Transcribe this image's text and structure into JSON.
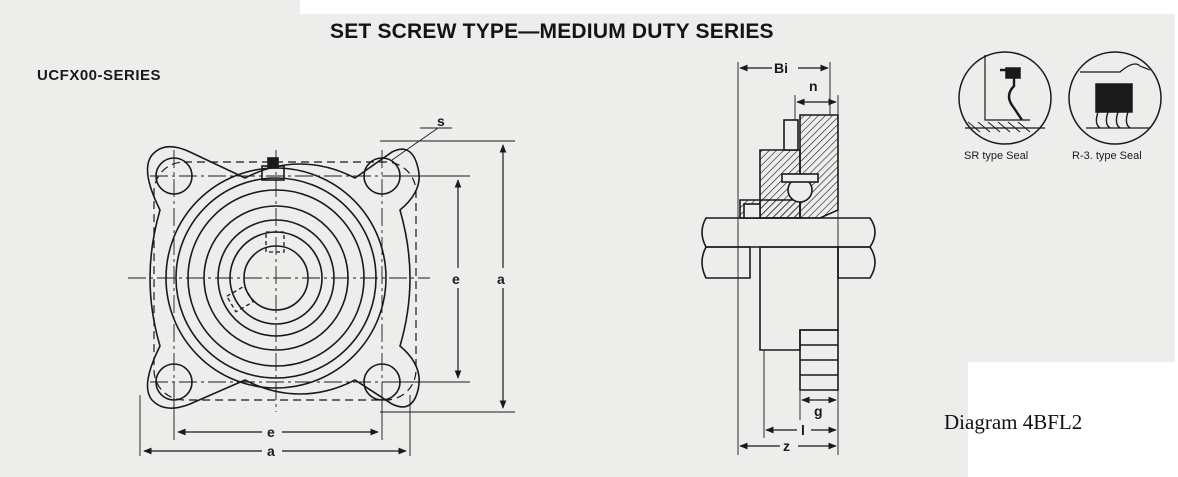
{
  "title": "SET SCREW TYPE—MEDIUM DUTY SERIES",
  "series_label": "UCFX00-SERIES",
  "front_view": {
    "dims": {
      "s": "s",
      "e_vertical": "e",
      "a_vertical": "a",
      "e_horizontal": "e",
      "a_horizontal": "a"
    }
  },
  "section_view": {
    "dims": {
      "bi": "Bi",
      "n": "n",
      "g": "g",
      "l": "l",
      "z": "z"
    }
  },
  "seals": [
    {
      "caption": "SR type Seal"
    },
    {
      "caption": "R-3. type Seal"
    }
  ],
  "caption": "Diagram 4BFL2",
  "colors": {
    "paper": "#ededeb",
    "ink": "#1a1a1a",
    "background": "#ffffff"
  }
}
